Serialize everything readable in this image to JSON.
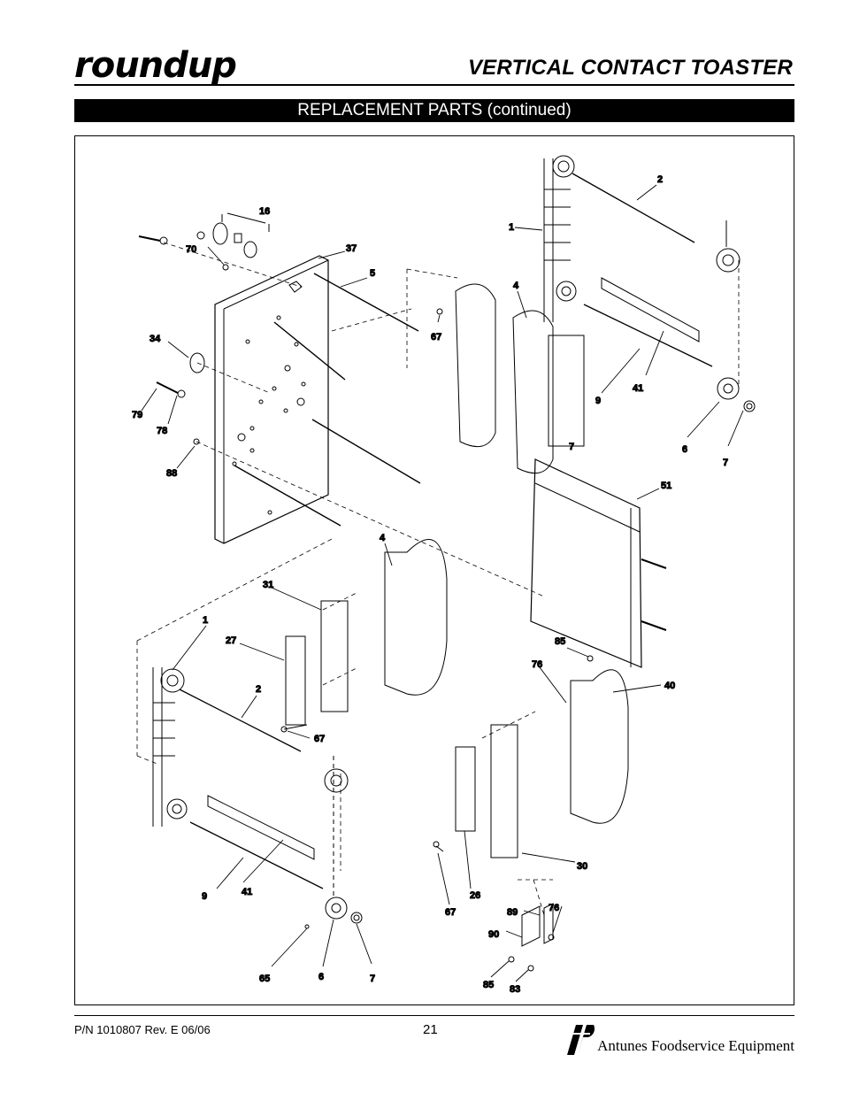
{
  "header": {
    "brand": "roundup",
    "title": "VERTICAL CONTACT TOASTER"
  },
  "section": {
    "title": "REPLACEMENT PARTS (continued)"
  },
  "diagram": {
    "callouts": {
      "c1": "1",
      "c2": "2",
      "c4": "4",
      "c67a": "67",
      "c41a": "41",
      "c9a": "9",
      "c6a": "6",
      "c7a": "7",
      "c7b": "7",
      "c16": "16",
      "c70": "70",
      "c37": "37",
      "c5": "5",
      "c34": "34",
      "c79": "79",
      "c78": "78",
      "c88": "88",
      "c51": "51",
      "c4b": "4",
      "c31": "31",
      "c27": "27",
      "c1b": "1",
      "c2b": "2",
      "c67b": "67",
      "c85a": "85",
      "c76a": "76",
      "c40": "40",
      "c30": "30",
      "c26": "26",
      "c67c": "67",
      "c89": "89",
      "c76b": "76",
      "c90": "90",
      "c85b": "85",
      "c83": "83",
      "c9b": "9",
      "c41b": "41",
      "c65": "65",
      "c6b": "6",
      "c7c": "7"
    }
  },
  "footer": {
    "part_number": "P/N 1010807 Rev. E 06/06",
    "page_number": "21",
    "company": "Antunes Foodservice Equipment"
  },
  "colors": {
    "ink": "#000000",
    "paper": "#ffffff"
  }
}
